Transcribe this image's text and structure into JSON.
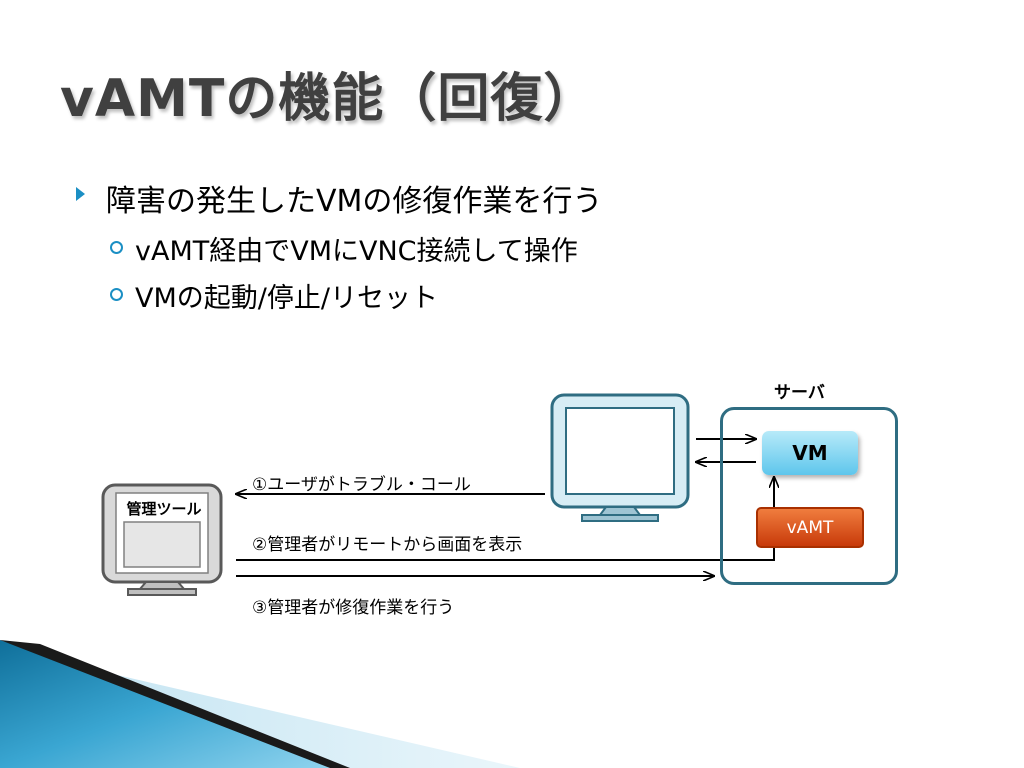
{
  "slide": {
    "title": "vAMTの機能（回復）",
    "bullets": [
      "障害の発生したVMの修復作業を行う",
      "vAMT経由でVMにVNC接続して操作",
      "VMの起動/停止/リセット"
    ]
  },
  "diagram": {
    "server_label": "サーバ",
    "vm_label": "VM",
    "vamt_label": "vAMT",
    "tool_label": "管理ツール",
    "step1": "①ユーザがトラブル・コール",
    "step2": "②管理者がリモートから画面を表示",
    "step3": "③管理者が修復作業を行う"
  },
  "colors": {
    "accent": "#1b8fc4",
    "server_border": "#2f6d82",
    "vm_fill": "#5ec6ec",
    "vamt_fill": "#e0561a"
  },
  "icons": [
    "bullet-triangle-icon",
    "bullet-circle-icon",
    "monitor-icon",
    "arrow-icon"
  ]
}
